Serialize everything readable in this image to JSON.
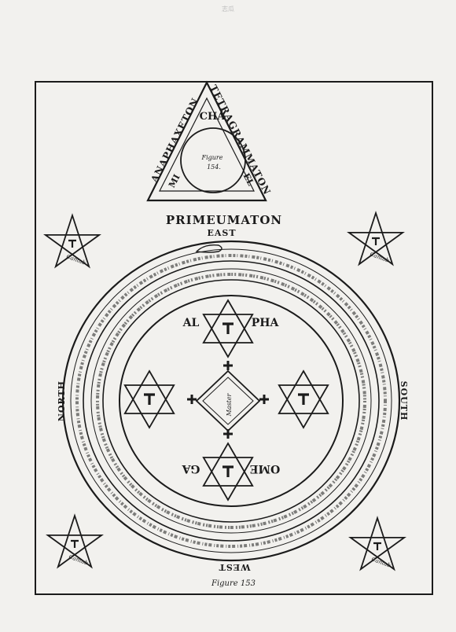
{
  "header_mark": "志瓜",
  "triangle": {
    "top_inside": "CHA",
    "left_inside": "MI",
    "right_inside": "EL",
    "outer_left": "ANAPHAXETON",
    "outer_right": "TETRAGRAMMATON",
    "circle_label_1": "Figure",
    "circle_label_2": "154."
  },
  "directions": {
    "top_title": "PRIMEUMATON",
    "east": "EAST",
    "north": "NORTH",
    "south": "SOUTH",
    "west": "WEST"
  },
  "pentagram_label": "Cantab",
  "center": {
    "alpha_left": "AL",
    "alpha_right": "PHA",
    "omega_left": "OME",
    "omega_right": "GA",
    "master": "Master"
  },
  "figure_caption": "Figure 153",
  "colors": {
    "ink": "#1b1b1b",
    "paper": "#f2f1ee"
  }
}
